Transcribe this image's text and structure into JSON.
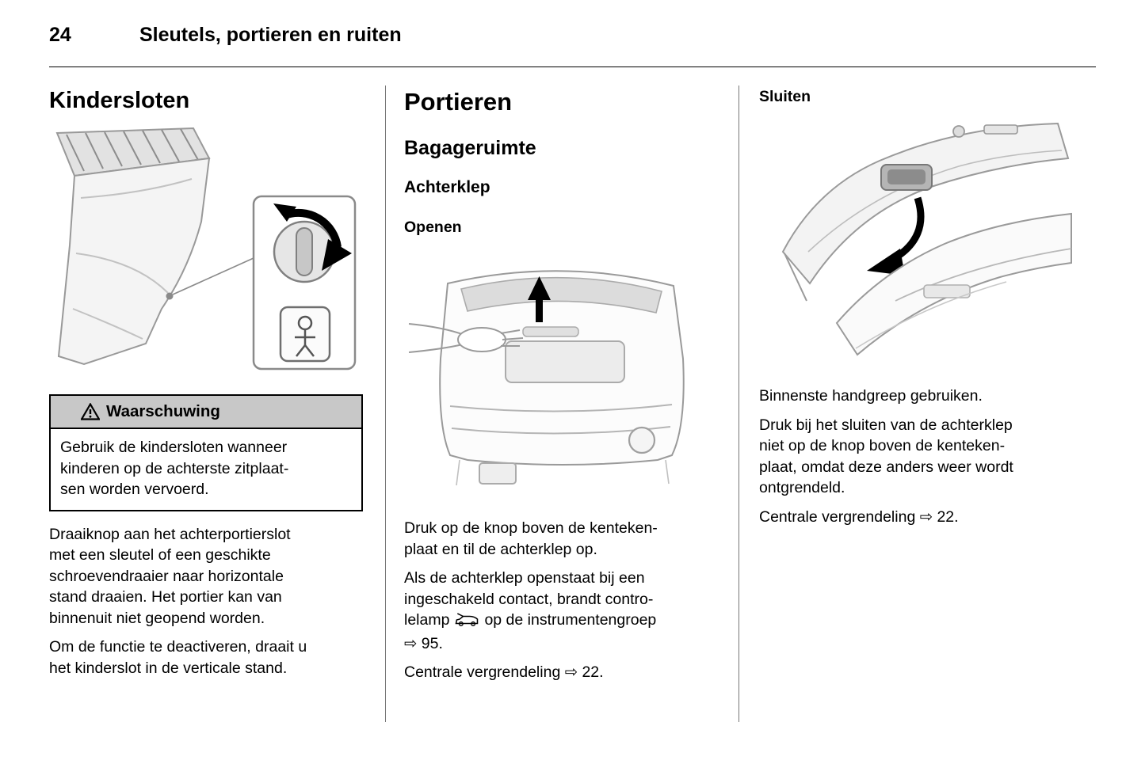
{
  "page": {
    "number": "24",
    "header_title": "Sleutels, portieren en ruiten"
  },
  "icons": {
    "warning": "warning-triangle-icon",
    "indicator_lamp": "tailgate-open-indicator-icon",
    "page_ref_symbol": "⇨"
  },
  "illustrations": {
    "left": "child-lock-door-diagram",
    "middle": "tailgate-opening-diagram",
    "right": "tailgate-closing-diagram"
  },
  "left": {
    "title": "Kindersloten",
    "warning_title": "Waarschuwing",
    "warning_body": "Gebruik de kindersloten wanneer\nkinderen op de achterste zitplaat-\nsen worden vervoerd.",
    "p1": "Draaiknop aan het achterportierslot\nmet een sleutel of een geschikte\nschroevendraaier naar horizontale\nstand draaien. Het portier kan van\nbinnenuit niet geopend worden.",
    "p2": "Om de functie te deactiveren, draait u\nhet kinderslot in de verticale stand."
  },
  "middle": {
    "title": "Portieren",
    "subtitle": "Bagageruimte",
    "heading3": "Achterklep",
    "heading4": "Openen",
    "p1": "Druk op de knop boven de kenteken-\nplaat en til de achterklep op.",
    "p2_before": "Als de achterklep openstaat bij een\ningeschakeld contact, brandt contro-\nlelamp",
    "p2_after": "op de instrumentengroep\n⇨ 95.",
    "p3": "Centrale vergrendeling ⇨ 22."
  },
  "right": {
    "title": "Sluiten",
    "p1": "Binnenste handgreep gebruiken.",
    "p2": "Druk bij het sluiten van de achterklep\nniet op de knop boven de kenteken-\nplaat, omdat deze anders weer wordt\nontgrendeld.",
    "p3": "Centrale vergrendeling ⇨ 22."
  }
}
